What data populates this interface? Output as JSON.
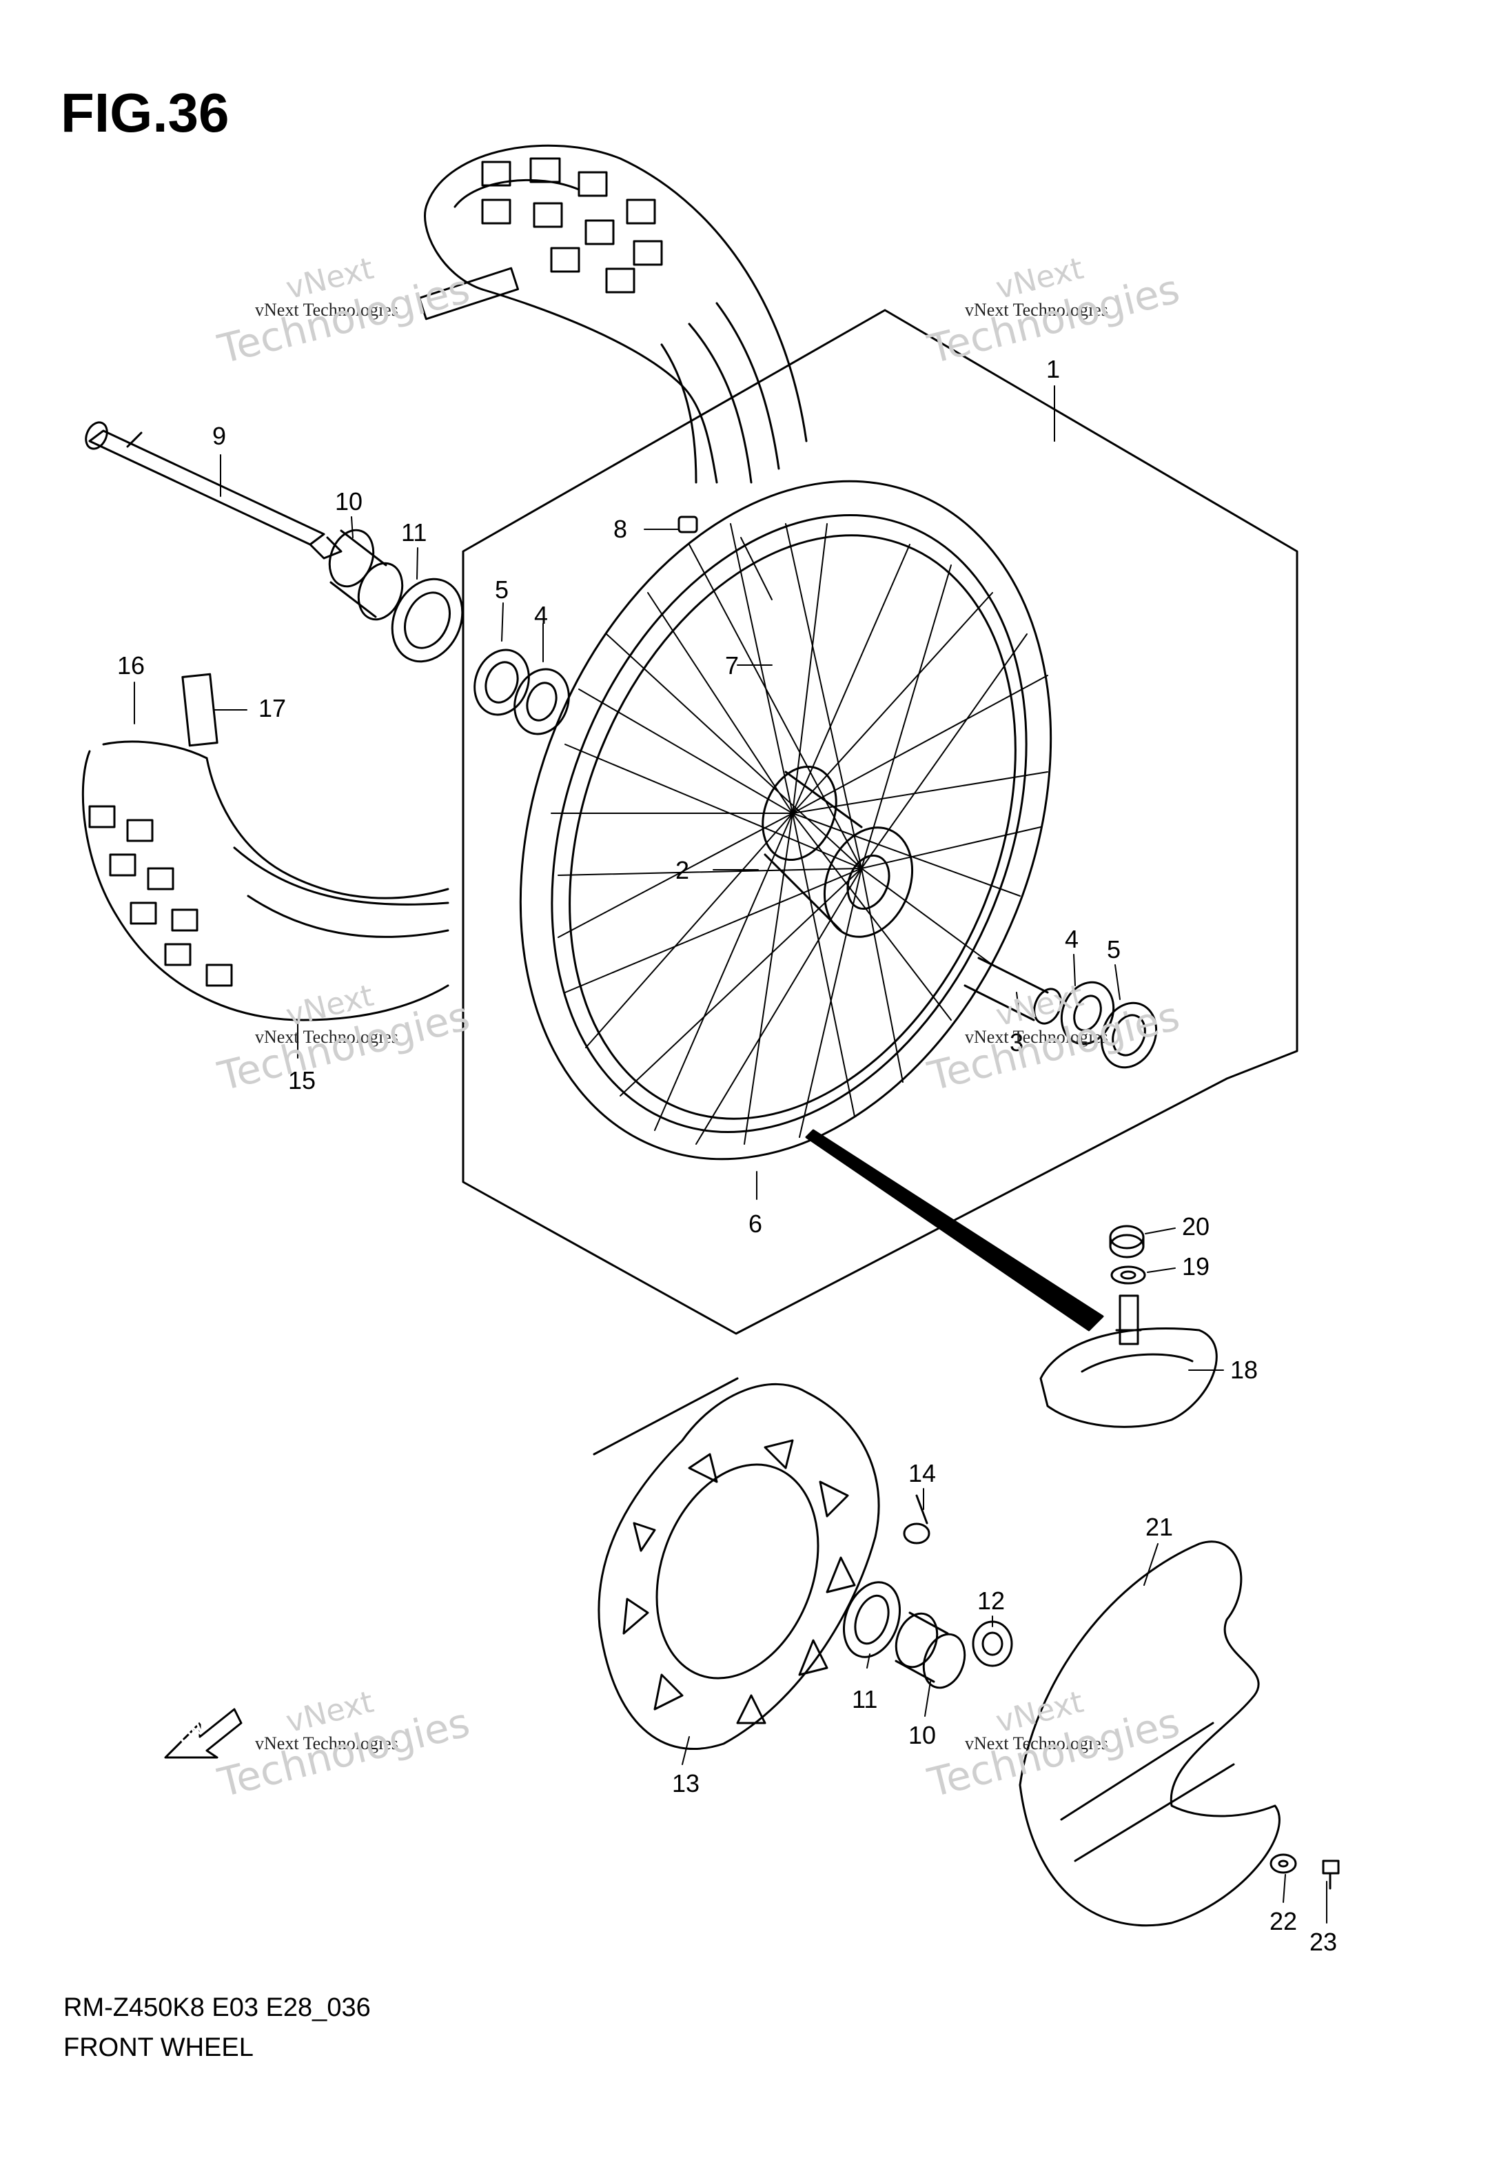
{
  "figure": {
    "title": "FIG.36",
    "code": "RM-Z450K8 E03 E28_036",
    "name": "FRONT WHEEL"
  },
  "watermark": {
    "line1": "vNext",
    "line2": "vNext Technologies",
    "line3": "Technologies"
  },
  "fwd_label": "FWD",
  "callouts": [
    {
      "id": "c1",
      "label": "1"
    },
    {
      "id": "c2",
      "label": "2"
    },
    {
      "id": "c3",
      "label": "3"
    },
    {
      "id": "c4a",
      "label": "4"
    },
    {
      "id": "c4b",
      "label": "4"
    },
    {
      "id": "c5a",
      "label": "5"
    },
    {
      "id": "c5b",
      "label": "5"
    },
    {
      "id": "c6",
      "label": "6"
    },
    {
      "id": "c7",
      "label": "7"
    },
    {
      "id": "c8",
      "label": "8"
    },
    {
      "id": "c9",
      "label": "9"
    },
    {
      "id": "c10a",
      "label": "10"
    },
    {
      "id": "c10b",
      "label": "10"
    },
    {
      "id": "c11a",
      "label": "11"
    },
    {
      "id": "c11b",
      "label": "11"
    },
    {
      "id": "c12",
      "label": "12"
    },
    {
      "id": "c13",
      "label": "13"
    },
    {
      "id": "c14",
      "label": "14"
    },
    {
      "id": "c15",
      "label": "15"
    },
    {
      "id": "c16",
      "label": "16"
    },
    {
      "id": "c17",
      "label": "17"
    },
    {
      "id": "c18",
      "label": "18"
    },
    {
      "id": "c19",
      "label": "19"
    },
    {
      "id": "c20",
      "label": "20"
    },
    {
      "id": "c21",
      "label": "21"
    },
    {
      "id": "c22",
      "label": "22"
    },
    {
      "id": "c23",
      "label": "23"
    }
  ]
}
